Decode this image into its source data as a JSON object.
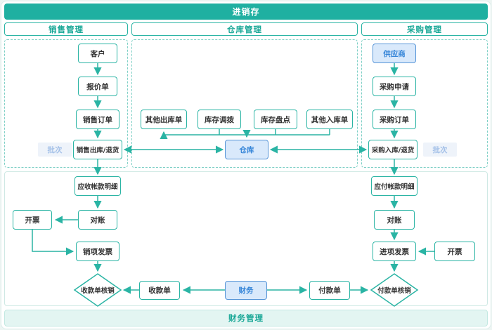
{
  "diagram": {
    "title": "进销存",
    "lanes": {
      "sales": "销售管理",
      "warehouse": "仓库管理",
      "purchase": "采购管理",
      "finance": "财务管理"
    },
    "nodes": {
      "customer": "客户",
      "quotation": "报价单",
      "sales_order": "销售订单",
      "sales_outbound": "销售出库/退货",
      "batch_left": "批次",
      "ar_detail": "应收帐款明细",
      "reconcile_left": "对账",
      "invoice_left": "开票",
      "output_invoice": "销项发票",
      "receipt_verify": "收款单核销",
      "receipt": "收款单",
      "finance_hub": "财务",
      "payment": "付款单",
      "payment_verify": "付款单核销",
      "other_outbound": "其他出库单",
      "stock_transfer": "库存调拨",
      "stock_count": "库存盘点",
      "other_inbound": "其他入库单",
      "warehouse_hub": "仓库",
      "supplier": "供应商",
      "purchase_request": "采购申请",
      "purchase_order": "采购订单",
      "purchase_inbound": "采购入库/退货",
      "batch_right": "批次",
      "ap_detail": "应付帐款明细",
      "reconcile_right": "对账",
      "input_invoice": "进项发票",
      "invoice_right": "开票"
    },
    "colors": {
      "teal_header_bg": "#1fb0a1",
      "teal_line": "#2ab4a4",
      "teal_dashed": "#7fd0c6",
      "teal_text": "#18a796",
      "finance_bar_bg": "#e3f5f2",
      "blue_node_bg": "#d9e9fb",
      "blue_node_border": "#5795d8",
      "blue_node_text": "#3585d8",
      "batch_bg": "#eef3fa",
      "batch_text": "#a3c0e8",
      "node_text": "#333333"
    }
  }
}
